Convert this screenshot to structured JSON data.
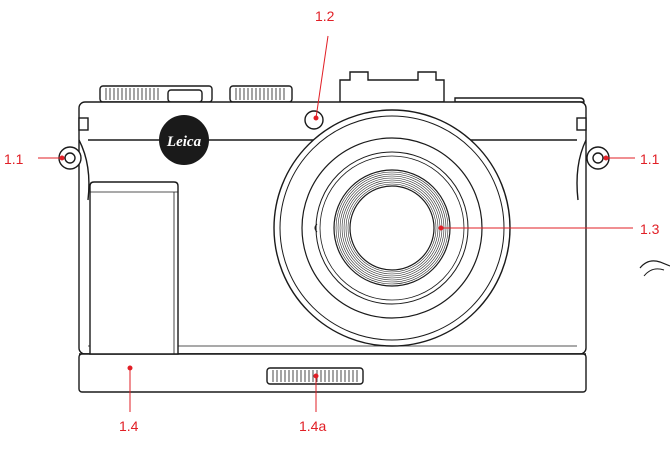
{
  "colors": {
    "line": "#1a1a1a",
    "callout": "#e11f26",
    "background": "#ffffff",
    "badge": "#1a1a1a",
    "badge_text": "#ffffff"
  },
  "brand": {
    "logo_text": "Leica"
  },
  "callouts": {
    "strap_lug_left": "1.1",
    "strap_lug_right": "1.1",
    "self_timer_lamp": "1.2",
    "lens": "1.3",
    "handgrip": "1.4",
    "grip_thumbwheel": "1.4a"
  }
}
